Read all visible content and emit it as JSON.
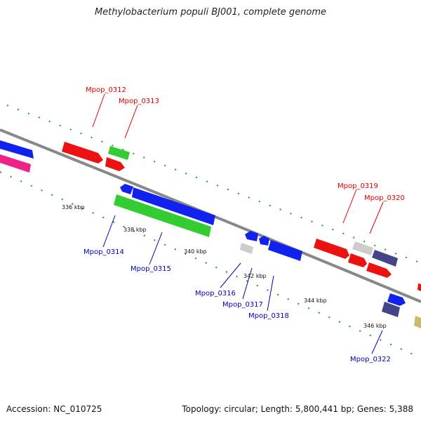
{
  "title": "Methylobacterium populi BJ001, complete genome",
  "footer": {
    "accession": "Accession: NC_010725",
    "topology": "Topology: circular; Length: 5,800,441 bp; Genes: 5,388"
  },
  "scale": [
    "336 kbp",
    "338 kbp",
    "340 kbp",
    "342 kbp",
    "344 kbp",
    "346 kbp"
  ],
  "genes_top": [
    "Mpop_0312",
    "Mpop_0313",
    "Mpop_0319",
    "Mpop_0320"
  ],
  "genes_bottom": [
    "Mpop_0314",
    "Mpop_0315",
    "Mpop_0316",
    "Mpop_0317",
    "Mpop_0318",
    "Mpop_0322"
  ],
  "colors": {
    "forward_label": "#dd0000",
    "reverse_label": "#0000bb",
    "red": "#ee1111",
    "blue": "#1122ee",
    "green": "#33cc33",
    "magenta": "#ee2288",
    "gray": "#cccccc",
    "navy": "#444488",
    "olive": "#ccbb66",
    "ticks": "#229922",
    "backbone": "#888888"
  }
}
